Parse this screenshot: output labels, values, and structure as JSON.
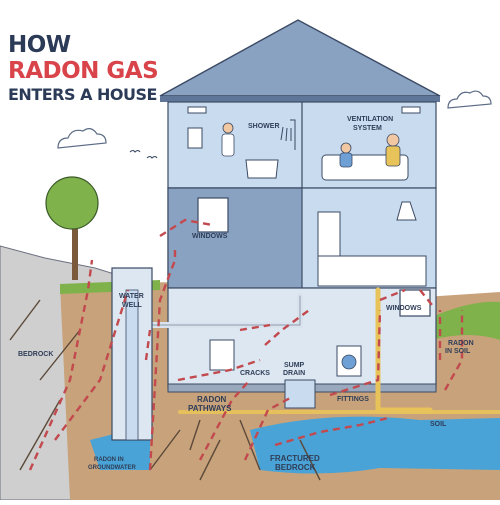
{
  "title": {
    "line1": "HOW",
    "line2": "RADON GAS",
    "line3": "ENTERS A HOUSE"
  },
  "labels": {
    "shower": "SHOWER",
    "ventilation_1": "VENTILATION",
    "ventilation_2": "SYSTEM",
    "windows_upper": "WINDOWS",
    "windows_right": "WINDOWS",
    "water_1": "WATER",
    "water_2": "WELL",
    "bedrock": "BEDROCK",
    "cracks": "CRACKS",
    "sump_1": "SUMP",
    "sump_2": "DRAIN",
    "pathways_1": "RADON",
    "pathways_2": "PATHWAYS",
    "fittings": "FITTINGS",
    "soil": "SOIL",
    "radon_soil_1": "RADON",
    "radon_soil_2": "IN SOIL",
    "groundwater_1": "RADON IN",
    "groundwater_2": "GROUNDWATER",
    "fractured_1": "FRACTURED",
    "fractured_2": "BEDROCK"
  },
  "colors": {
    "title_dark": "#2b3b57",
    "title_accent": "#d9444a",
    "arrow": "#c24a4f",
    "house_blue": "#b9cde6",
    "roof": "#7f97b8",
    "soil": "#c4a07a",
    "bedrock": "#c9c9c9",
    "water": "#4aa3d6",
    "pipe_yellow": "#e8c35a"
  },
  "icons": [
    "cloud-icon",
    "bird-icon",
    "tree-icon",
    "person-icon",
    "fan-icon",
    "lamp-icon",
    "washing-machine-icon",
    "boiler-icon"
  ]
}
